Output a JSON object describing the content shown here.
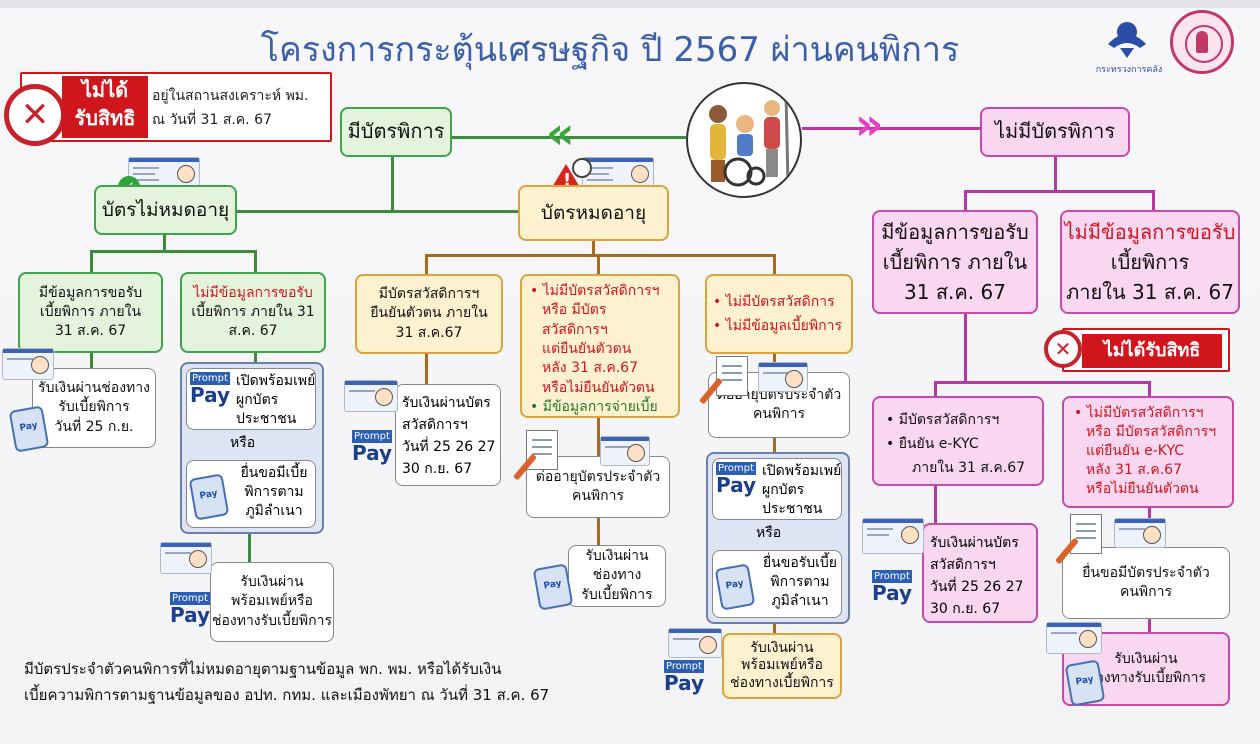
{
  "title": "โครงการกระตุ้นเศรษฐกิจ ปี 2567 ผ่านคนพิการ",
  "logos": {
    "ministry": "กระทรวงการคลัง",
    "seal_alt": "ตราสัญลักษณ์"
  },
  "no_right_top": {
    "badge": "ไม่ได้\nรับสิทธิ",
    "text": "อยู่ในสถานสงเคราะห์ พม.\nณ วันที่ 31 ส.ค. 67"
  },
  "has_card": "มีบัตรพิการ",
  "no_card": "ไม่มีบัตรพิการ",
  "card_valid": "บัตรไม่หมดอายุ",
  "card_expired": "บัตรหมดอายุ",
  "valid_a": "มีข้อมูลการขอรับ\nเบี้ยพิการ ภายใน\n31 ส.ค. 67",
  "valid_a_result": "รับเงินผ่านช่องทาง\nรับเบี้ยพิการ\nวันที่ 25 ก.ย.",
  "valid_b": "ไม่มีข้อมูลการขอรับ\nเบี้ยพิการ ภายใน 31\nส.ค. 67",
  "valid_b_red": "ไม่มีข้อมูลการขอรับ",
  "valid_b_rest": "เบี้ยพิการ ภายใน 31\nส.ค. 67",
  "promptpay_open": "เปิดพร้อมเพย์\nผูกบัตร\nประชาชน",
  "or": "หรือ",
  "apply_allowance": "ยื่นขอมีเบี้ย\nพิการตาม\nภูมิลำเนา",
  "apply_allowance2": "ยื่นขอรับเบี้ย\nพิการตาม\nภูมิลำเนา",
  "pp_result": "รับเงินผ่าน\nพร้อมเพย์หรือ\nช่องทางรับเบี้ยพิการ",
  "pp_result2": "รับเงินผ่าน\nพร้อมเพย์หรือ\nช่องทางเบี้ยพิการ",
  "exp_a": "มีบัตรสวัสดิการฯ\nยืนยันตัวตน ภายใน\n31 ส.ค.67",
  "exp_a_result": "รับเงินผ่านบัตร\nสวัสดิการฯ\nวันที่ 25 26 27\n30 ก.ย. 67",
  "exp_b_red": [
    "ไม่มีบัตรสวัสดิการฯ",
    "หรือ มีบัตรสวัสดิการฯ",
    "แต่ยืนยันตัวตน",
    "หลัง 31 ส.ค.67",
    "หรือไม่ยืนยันตัวตน"
  ],
  "exp_b_green": "มีข้อมูลการจ่ายเบี้ย",
  "renew_card": "ต่ออายุบัตรประจำตัว\nคนพิการ",
  "exp_b_result": "รับเงินผ่าน\nช่องทาง\nรับเบี้ยพิการ",
  "exp_c_red": [
    "ไม่มีบัตรสวัสดิการ",
    "ไม่มีข้อมูลเบี้ยพิการ"
  ],
  "nc_a": "มีข้อมูลการขอรับ\nเบี้ยพิการ ภายใน\n31 ส.ค. 67",
  "nc_b_red": "ไม่มีข้อมูลการขอรับ",
  "nc_b_rest": "เบี้ยพิการ\nภายใน  31 ส.ค. 67",
  "no_right_mid": "ไม่ได้รับสิทธิ",
  "nc_a1": [
    "มีบัตรสวัสดิการฯ",
    "ยืนยัน e-KYC"
  ],
  "nc_a1_tail": "ภายใน 31 ส.ค.67",
  "nc_a2_red": [
    "ไม่มีบัตรสวัสดิการฯ",
    "หรือ มีบัตรสวัสดิการฯ",
    "แต่ยืนยัน e-KYC",
    "หลัง 31 ส.ค.67",
    "หรือไม่ยืนยันตัวตน"
  ],
  "nc_a1_result": "รับเงินผ่านบัตร\nสวัสดิการฯ\nวันที่ 25 26 27\n30 ก.ย. 67",
  "apply_card": "ยื่นขอมีบัตรประจำตัว\nคนพิการ",
  "nc_a2_result": "รับเงินผ่าน\nช่องทางรับเบี้ยพิการ",
  "footer": "มีบัตรประจำตัวคนพิการที่ไม่หมดอายุตามฐานข้อมูล พก. พม. หรือได้รับเงิน\nเบี้ยความพิการตามฐานข้อมูลของ อปท. กทม. และเมืองพัทยา ณ วันที่ 31 ส.ค. 67",
  "icons": {
    "promptpay_top": "Prompt",
    "promptpay_bottom": "Pay",
    "phone_label": "Pay"
  },
  "colors": {
    "green": "#3ea34a",
    "orange": "#d9a43a",
    "pink": "#c64aa8",
    "red": "#d0151c",
    "title": "#3b5fa8"
  }
}
